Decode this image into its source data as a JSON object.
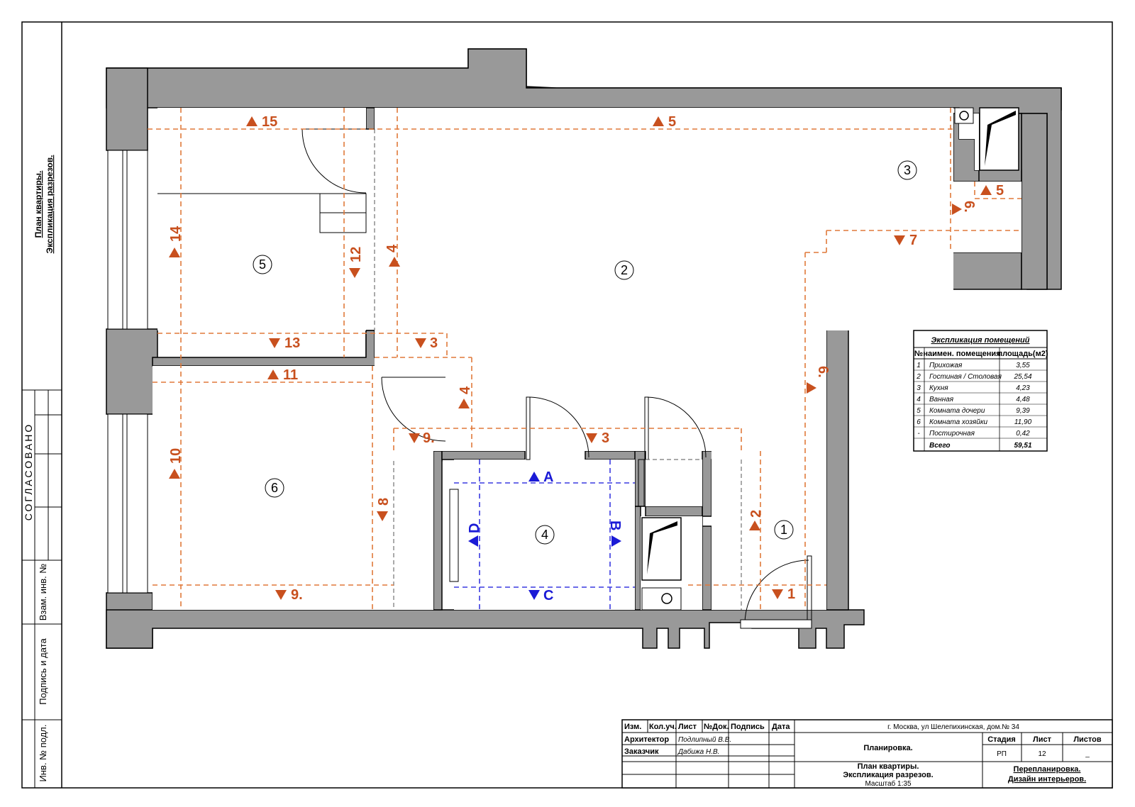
{
  "side_panel": {
    "title_line1": "План квартиры.",
    "title_line2": "Экспликация разрезов.",
    "approved": "СОГЛАСОВАНО",
    "replaced_inv": "Взам. инв. №",
    "sign_date": "Подпись и дата",
    "inv_orig": "Инв. № подл."
  },
  "rooms": [
    {
      "id": "room-1",
      "label": "1"
    },
    {
      "id": "room-2",
      "label": "2"
    },
    {
      "id": "room-3",
      "label": "3"
    },
    {
      "id": "room-4",
      "label": "4"
    },
    {
      "id": "room-5",
      "label": "5"
    },
    {
      "id": "room-6",
      "label": "6"
    }
  ],
  "section_markers": {
    "m15": "15",
    "m5a": "5",
    "m5b": "5",
    "m6a": "6.",
    "m6b": "6.",
    "m7": "7",
    "m14": "14",
    "m12": "12",
    "m4a": "4",
    "m13": "13",
    "m3a": "3",
    "m11": "11",
    "m4b": "4",
    "m9a": "9.",
    "m3b": "3",
    "m10": "10",
    "m8": "8",
    "m2": "2",
    "m9b": "9.",
    "m1": "1",
    "mA": "A",
    "mB": "B",
    "mC": "C",
    "mD": "D"
  },
  "explication": {
    "title": "Экспликация помещений",
    "headers": [
      "№",
      "наимен. помещения",
      "площадь(м2)"
    ],
    "rows": [
      [
        "1",
        "Прихожая",
        "3,55"
      ],
      [
        "2",
        "Гостиная / Столовая",
        "25,54"
      ],
      [
        "3",
        "Кухня",
        "4,23"
      ],
      [
        "4",
        "Ванная",
        "4,48"
      ],
      [
        "5",
        "Комната дочери",
        "9,39"
      ],
      [
        "6",
        "Комната хозяйки",
        "11,90"
      ],
      [
        "-",
        "Постирочная",
        "0,42"
      ]
    ],
    "total_label": "Всего",
    "total_value": "59,51"
  },
  "title_block": {
    "col_izm": "Изм.",
    "col_kol": "Кол.уч.",
    "col_list": "Лист",
    "col_doc": "№Док.",
    "col_sign": "Подпись",
    "col_date": "Дата",
    "address": "г. Москва, ул Шелепихинская, дом.№ 34",
    "architect_label": "Архитектор",
    "architect_name": "Подлипный В.В.",
    "customer_label": "Заказчик",
    "customer_name": "Дабижа Н.В.",
    "drawing_title": "Планировка.",
    "stage_label": "Стадия",
    "sheet_label": "Лист",
    "sheets_label": "Листов",
    "stage_value": "РП",
    "sheet_value": "12",
    "sheets_value": "_",
    "plan_line1": "План квартиры.",
    "plan_line2": "Экспликация разрезов.",
    "scale": "Масштаб 1:35",
    "project_line1": "Перепланировка.",
    "project_line2": "Дизайн интерьеров."
  },
  "colors": {
    "wall": "#999999",
    "cut_line": "#e0793a",
    "marker": "#c8501e",
    "bath_marker": "#1a1ad6"
  }
}
